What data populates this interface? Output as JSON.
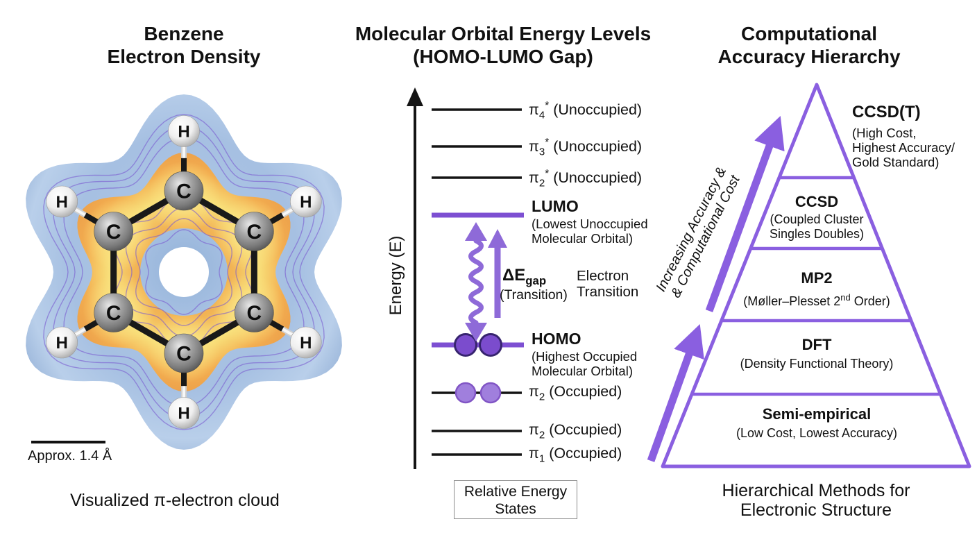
{
  "left": {
    "title_lines": [
      "Benzene",
      "Electron Density"
    ],
    "molecule": {
      "carbon_label": "C",
      "hydrogen_label": "H"
    },
    "scale_label": "Approx. 1.4 Å",
    "caption": "Visualized π-electron cloud"
  },
  "middle": {
    "title_lines": [
      "Molecular Orbital Energy Levels",
      "(HOMO-LUMO Gap)"
    ],
    "axis_label": "Energy (E)",
    "levels": [
      {
        "segs": [
          {
            "t": "π"
          },
          {
            "sub": "4"
          },
          {
            "sup": "*"
          },
          {
            "t": " (Unoccupied)"
          }
        ]
      },
      {
        "segs": [
          {
            "t": "π"
          },
          {
            "sub": "3"
          },
          {
            "sup": "*"
          },
          {
            "t": " (Unoccupied)"
          }
        ]
      },
      {
        "segs": [
          {
            "t": "π"
          },
          {
            "sub": "2"
          },
          {
            "sup": "*"
          },
          {
            "t": " (Unoccupied)"
          }
        ]
      },
      {
        "segs": [
          {
            "t": "π"
          },
          {
            "sub": "2"
          },
          {
            "t": " (Occupied)"
          }
        ]
      },
      {
        "segs": [
          {
            "t": "π"
          },
          {
            "sub": "2"
          },
          {
            "t": " (Occupied)"
          }
        ]
      },
      {
        "segs": [
          {
            "t": "π"
          },
          {
            "sub": "1"
          },
          {
            "t": " (Occupied)"
          }
        ]
      }
    ],
    "lumo": {
      "name": "LUMO",
      "desc_lines": [
        "(Lowest Unoccupied",
        "Molecular Orbital)"
      ]
    },
    "homo": {
      "name": "HOMO",
      "desc_lines": [
        "(Highest Occupied",
        "Molecular Orbital)"
      ]
    },
    "gap": {
      "label_segs": [
        {
          "t": "ΔE"
        },
        {
          "sub": "gap"
        }
      ],
      "paren": "(Transition)",
      "note_lines": [
        "Electron",
        "Transition"
      ]
    },
    "legend_lines": [
      "Relative Energy",
      "States"
    ]
  },
  "right": {
    "title_lines": [
      "Computational",
      "Accuracy Hierarchy"
    ],
    "arrow_label_lines": [
      "Increasing Accuracy &",
      "& Computational Cost"
    ],
    "apex": {
      "name": "CCSD(T)",
      "desc_lines": [
        [
          {
            "t": "(High Cost,"
          }
        ],
        [
          {
            "t": "Highest Accuracy/"
          }
        ],
        [
          {
            "t": "Gold Standard)"
          }
        ]
      ]
    },
    "tiers": [
      {
        "name": "CCSD",
        "desc_lines": [
          [
            {
              "t": "(Coupled Cluster"
            }
          ],
          [
            {
              "t": "Singles Doubles)"
            }
          ]
        ]
      },
      {
        "name": "MP2",
        "desc_lines": [
          [
            {
              "t": "(Møller–Plesset 2"
            },
            {
              "sup": "nd"
            },
            {
              "t": " Order)"
            }
          ]
        ]
      },
      {
        "name": "DFT",
        "desc_lines": [
          [
            {
              "t": "(Density Functional Theory)"
            }
          ]
        ]
      },
      {
        "name": "Semi-empirical",
        "desc_lines": [
          [
            {
              "t": "(Low Cost, Lowest Accuracy)"
            }
          ]
        ]
      }
    ],
    "caption_lines": [
      "Hierarchical Methods for",
      "Electronic Structure"
    ]
  },
  "colors": {
    "accent_purple": "#7d4fd2",
    "arrow_purple": "#8e6ad8",
    "pyramid_purple": "#8a5fe0",
    "electron_dark": "#7b4ccd",
    "electron_dark_border": "#37246f",
    "electron_light": "#a07fdd",
    "electron_light_border": "#8155c5",
    "cloud_blue": "#a9c3e4",
    "density_orange": "#f3ae50",
    "density_yellow": "#f8e07a",
    "contour_purple": "#7a5ad0"
  }
}
